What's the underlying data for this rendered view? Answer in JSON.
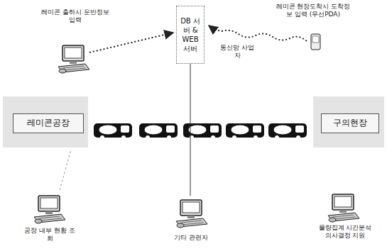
{
  "diagram": {
    "nodes": [
      {
        "text": [
          "DB 서버 & WEB 서버"
        ]
      },
      {
        "text": [
          "레미콘공장"
        ]
      },
      {
        "text": [
          "구의현장"
        ]
      }
    ],
    "labels": [
      "레미콘 출하시 운반정보 입력",
      "통신망 사업자",
      "레미콘 현장도착시 도착정보 입력 (무선PDA)",
      "공장 내부 현황 조회",
      "기타 관련자",
      "물량집계 시간분석 의사결정 지원"
    ]
  }
}
